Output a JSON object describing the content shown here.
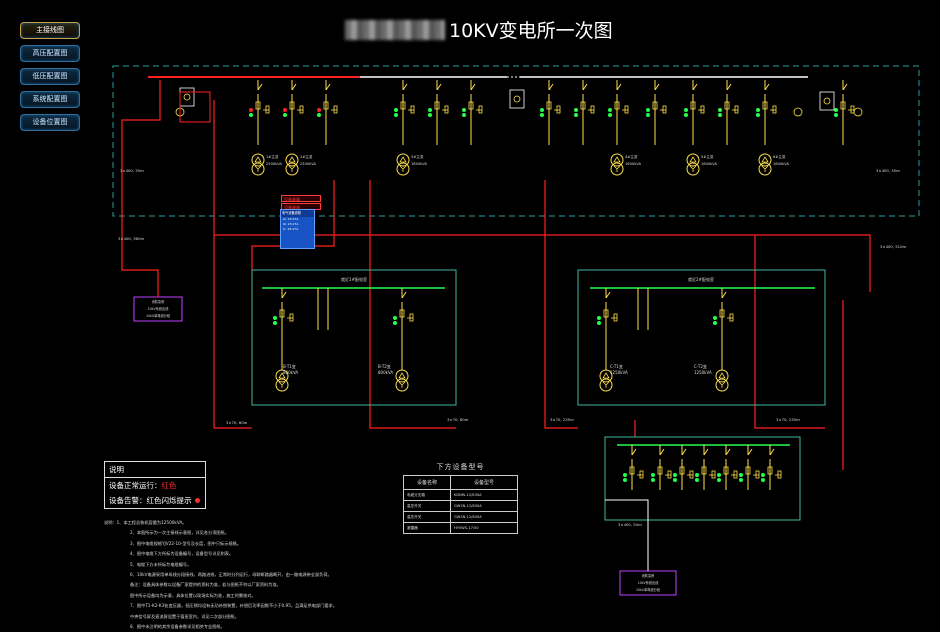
{
  "nav": {
    "items": [
      {
        "label": "主接线图",
        "active": true
      },
      {
        "label": "高压配置图",
        "active": false
      },
      {
        "label": "低压配置图",
        "active": false
      },
      {
        "label": "系统配置图",
        "active": false
      },
      {
        "label": "设备位置图",
        "active": false
      }
    ]
  },
  "title": "10KV变电所一次图",
  "colors": {
    "live_red": "#ff2020",
    "bus_white": "#ffffff",
    "dash_cyan": "#2aa0a0",
    "room_teal": "#3fb8a4",
    "device_yellow": "#ffe04a",
    "device_green": "#24ff4a",
    "label_purple": "#c040ff"
  },
  "diagram": {
    "main_transformers": [
      {
        "name": "1#主变",
        "rating": "2500kVA"
      },
      {
        "name": "2#主变",
        "rating": "2500kVA"
      },
      {
        "name": "3#主变",
        "rating": "1600kVA"
      },
      {
        "name": "4#主变",
        "rating": "1600kVA"
      },
      {
        "name": "5#主变",
        "rating": "1600kVA"
      },
      {
        "name": "6#主变",
        "rating": "1600kVA"
      }
    ],
    "sub_room_a": {
      "title": "就近1#配电室",
      "t1": {
        "name": "B-T1变",
        "rating": "800kVA"
      },
      "t2": {
        "name": "B-T2变",
        "rating": "800kVA"
      }
    },
    "sub_room_b": {
      "title": "就近2#配电室",
      "t1": {
        "name": "C-T1变",
        "rating": "1250kVA"
      },
      "t2": {
        "name": "C-T2变",
        "rating": "1250kVA"
      }
    },
    "cable_labels": [
      "3×400, 35m",
      "3×400, 360m",
      "3×400, 35m",
      "3×400, 510m",
      "3×70, 60m",
      "3×70, 80m",
      "3×70, 235m",
      "3×70, 235m",
      "3×400, 50m"
    ],
    "lv_label_a": {
      "l1": "消防泵房",
      "l2": "10kV系统出线",
      "l3": "10kV单母线分段"
    },
    "lv_label_b": {
      "l1": "消防泵房",
      "l2": "10kV系统出线",
      "l3": "10kV单母线分段"
    },
    "alarm_1": "设备故障",
    "alarm_2": "设备跳闸",
    "popup": {
      "title": "电气设备参数",
      "rows": [
        "Ia: 23.27A",
        "Ib: 23.27A",
        "Ic: 23.27A"
      ]
    }
  },
  "legend": {
    "header": "说明",
    "normal_label": "设备正常运行：",
    "normal_value": "红色",
    "alarm_label": "设备告警：",
    "alarm_value": "红色闪烁提示"
  },
  "device_table": {
    "caption": "下方设备型号",
    "headers": [
      "设备名称",
      "设备型号"
    ],
    "rows": [
      [
        "电缆分支箱",
        "KDNW-12/630A"
      ],
      [
        "高压开关",
        "GWSN-12/630A"
      ],
      [
        "高压开关",
        "GWSN-12/630A"
      ],
      [
        "避雷器",
        "HY5WS-17/50"
      ]
    ]
  },
  "notes": [
    "说明：1、本工程总装机容量为12500kVA。",
    "2、本图所示为一次主接线示意图，详见各分项图纸。",
    "3、图中电缆规格YJV22-10-型号及长度，图中只标示规格。",
    "4、图中电缆下方所标为设备编号，设备型号详见附表。",
    "5、电缆下方未所标为电缆编号。",
    "6、10kV电源采用单母线分段接线，两路进线，正常时分列运行，母联断路器断开，由一路电源带全部负荷。",
    "备注：设备具体参数以设备厂家提供的资料为准，若与图纸不符以厂家资料为准。",
    "图中所示设备均为示意，具体位置以现场实际为准，施工时需核对。",
    "7、图中T1-K2-K3各变压器，低压侧均设有无功补偿装置，补偿后功率因数不小于0.95，且满足供电部门要求。",
    "中央信号屏及直流屏设置于值班室内，详见二次部分图纸。",
    "8、图中未注明的其余设备参数详见相关专业图纸。"
  ]
}
